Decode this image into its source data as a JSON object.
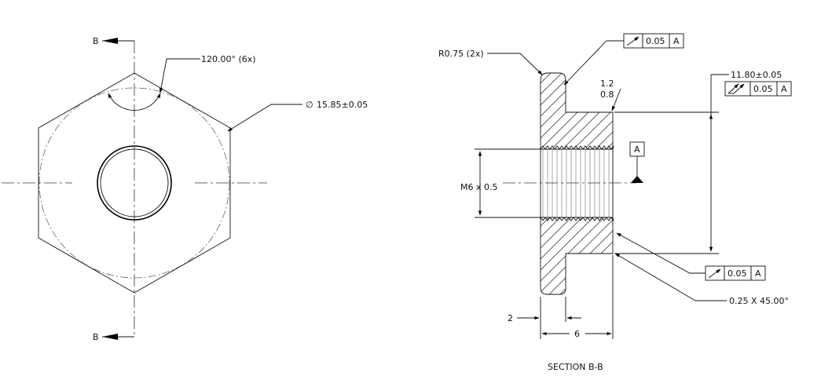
{
  "front_view": {
    "section_marker_top": "B",
    "section_marker_bottom": "B",
    "angle_callout": "120.00° (6x)",
    "diameter_callout": "15.85±0.05",
    "diameter_symbol": "∅"
  },
  "section_view": {
    "radius_callout": "R0.75 (2x)",
    "roughness_top": "1.2",
    "roughness_bottom": "0.8",
    "datum_label": "A",
    "thread_callout": "M6 x 0.5",
    "length_dim": "11.80±0.05",
    "chamfer_callout": "0.25 X 45.00°",
    "flange_thickness_dim": "2",
    "overall_width_dim": "6",
    "caption": "SECTION B-B",
    "fcf_top": {
      "symbol": "runout-arrow",
      "tolerance": "0.05",
      "datum": "A"
    },
    "fcf_right": {
      "symbol": "total-runout",
      "tolerance": "0.05",
      "datum": "A"
    },
    "fcf_bottom": {
      "symbol": "runout-arrow",
      "tolerance": "0.05",
      "datum": "A"
    }
  }
}
